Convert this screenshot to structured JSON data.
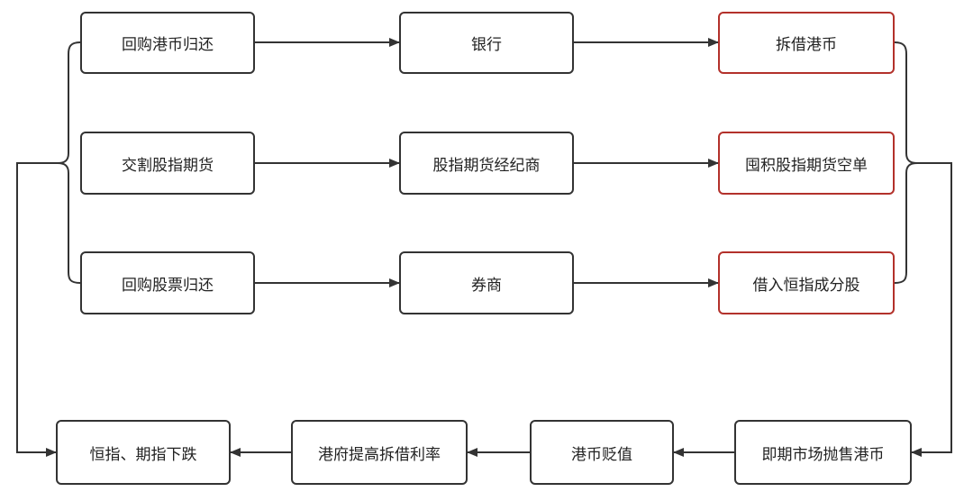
{
  "nodes": {
    "repurchase_hkd": "回购港币归还",
    "bank": "银行",
    "borrow_hkd": "拆借港币",
    "deliver_futures": "交割股指期货",
    "futures_broker": "股指期货经纪商",
    "accumulate_short": "囤积股指期货空单",
    "repurchase_stock": "回购股票归还",
    "securities_firm": "券商",
    "borrow_hsi_stocks": "借入恒指成分股",
    "spot_sell_hkd": "即期市场抛售港币",
    "hkd_depreciation": "港币贬值",
    "govt_raise_rate": "港府提高拆借利率",
    "index_decline": "恒指、期指下跌"
  },
  "colors": {
    "default_border": "#333333",
    "highlight_border": "#b3312b"
  }
}
